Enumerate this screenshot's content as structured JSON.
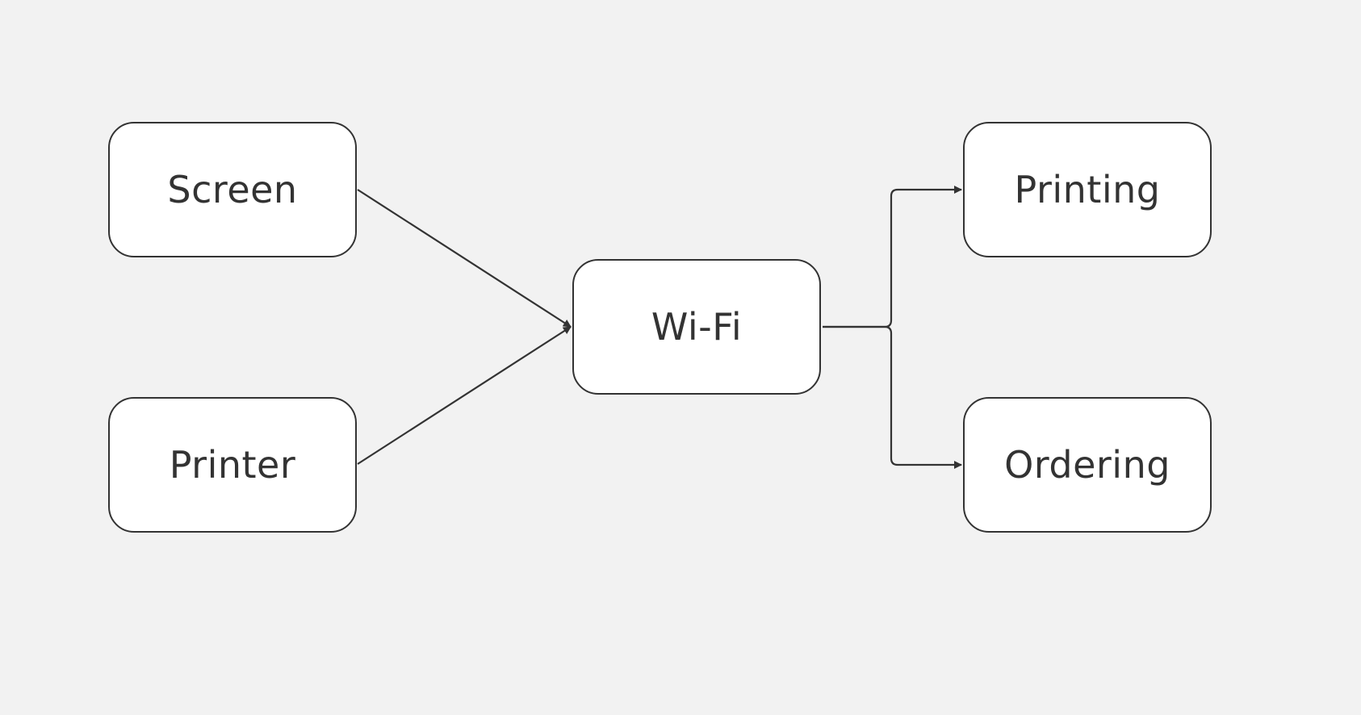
{
  "diagram": {
    "nodes": [
      {
        "id": "screen",
        "label": "Screen"
      },
      {
        "id": "printer",
        "label": "Printer"
      },
      {
        "id": "wifi",
        "label": "Wi-Fi"
      },
      {
        "id": "printing",
        "label": "Printing"
      },
      {
        "id": "ordering",
        "label": "Ordering"
      }
    ],
    "edges": [
      {
        "from": "screen",
        "to": "wifi"
      },
      {
        "from": "printer",
        "to": "wifi"
      },
      {
        "from": "wifi",
        "to": "printing"
      },
      {
        "from": "wifi",
        "to": "ordering"
      }
    ]
  },
  "colors": {
    "background": "#f2f2f2",
    "node_fill": "#ffffff",
    "stroke": "#333333",
    "text": "#333333"
  }
}
